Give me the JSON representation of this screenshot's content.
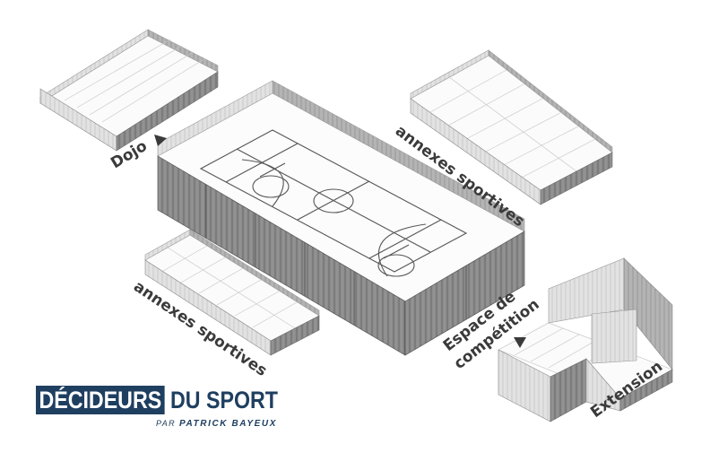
{
  "labels": {
    "dojo": "Dojo",
    "annexes_top": "annexes sportives",
    "annexes_bottom": "annexes sportives",
    "competition_line1": "Espace de",
    "competition_line2": "compétition",
    "extension": "Extension"
  },
  "brand": {
    "name_box": "DÉCIDEURS",
    "name_rest": "DU SPORT",
    "by": "PAR",
    "author": "PATRICK BAYEUX"
  },
  "colors": {
    "brand_navy": "#1f3f60",
    "label_gray": "#3a3a3a",
    "wall_dark": "#7a7a7a",
    "wall_light": "#dcdcdc",
    "floor": "#fbfbfb"
  },
  "icons": {
    "dojo_pointer": "triangle-right-icon",
    "competition_pointer": "triangle-down-icon"
  }
}
